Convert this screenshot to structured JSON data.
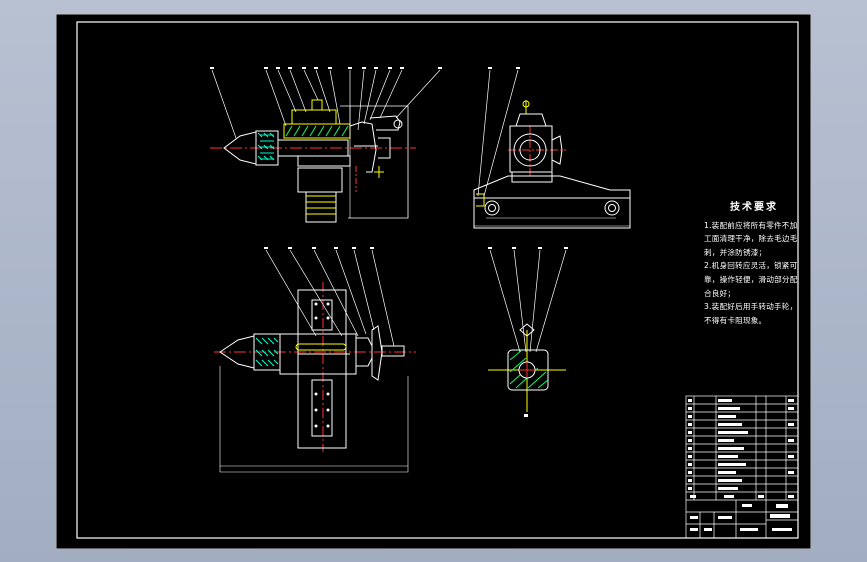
{
  "technical_requirements": {
    "title": "技术要求",
    "items": [
      "1.装配前应将所有零件不加工面清理干净，除去毛边毛刺，并涂防锈漆；",
      "2.机身回转应灵活，锁紧可靠，操作轻便，滑动部分配合良好；",
      "3.装配好后用手转动手轮，不得有卡阻现象。"
    ]
  },
  "colors": {
    "sheet_background": "#000000",
    "frame": "#ffffff",
    "outline": "#ffffff",
    "part": "#ffff00",
    "centerline": "#ff3030",
    "dimension": "#ffffff",
    "hatch": "#00ff60",
    "chuck": "#00ffcc"
  }
}
